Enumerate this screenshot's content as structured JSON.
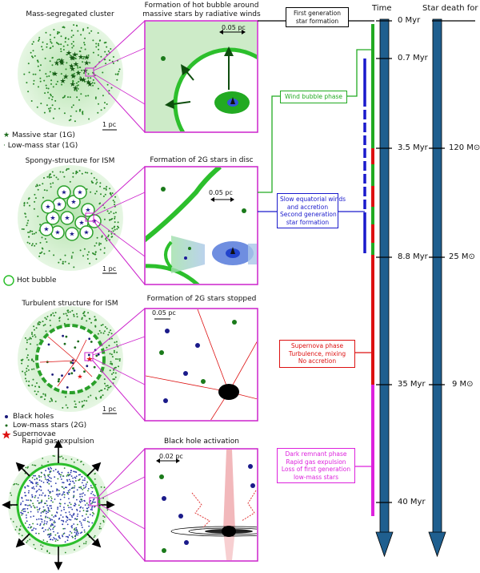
{
  "headers": {
    "time": "Time",
    "star_death": "Star death for"
  },
  "panels": [
    {
      "left_title": "Mass-segregated cluster",
      "zoom_title": "Formation of hot bubble around\nmassive stars by radiative winds",
      "scale_zoom": "0.05 pc",
      "scale_left": "1 pc",
      "legend": [
        "Massive star (1G)",
        "Low-mass star (1G)"
      ]
    },
    {
      "left_title": "Spongy-structure for ISM",
      "zoom_title": "Formation of 2G stars in disc",
      "scale_zoom": "0.05 pc",
      "scale_left": "1 pc",
      "legend": [
        "Hot bubble"
      ]
    },
    {
      "left_title": "Turbulent structure for ISM",
      "zoom_title": "Formation of 2G stars stopped",
      "scale_zoom": "0.05 pc",
      "scale_left": "1 pc",
      "legend": [
        "Black holes",
        "Low-mass stars (2G)",
        "Supernovae"
      ]
    },
    {
      "left_title": "Rapid gas expulsion",
      "zoom_title": "Black hole activation",
      "scale_zoom": "0.02 pc",
      "scale_left": ""
    }
  ],
  "phases": {
    "first_gen": "First generation\nstar formation",
    "wind": "Wind bubble phase",
    "slow": "Slow equatorial winds\nand accretion\nSecond generation\nstar formation",
    "supernova": "Supernova phase\nTurbulence, mixing\nNo accretion",
    "dark": "Dark remnant phase\nRapid gas expulsion\nLoss of first generation\nlow-mass stars"
  },
  "time_ticks": [
    "0 Myr",
    "0.7 Myr",
    "3.5 Myr",
    "8.8 Myr",
    "35 Myr",
    "40 Myr"
  ],
  "death_ticks": [
    "120 M⊙",
    "25 M⊙",
    "9 M⊙"
  ],
  "colors": {
    "green": "#22aa22",
    "blue": "#1a1acc",
    "red": "#dd1111",
    "magenta": "#dd22dd",
    "arrow": "#1f5f8f",
    "halo": "#c8ebc4"
  }
}
